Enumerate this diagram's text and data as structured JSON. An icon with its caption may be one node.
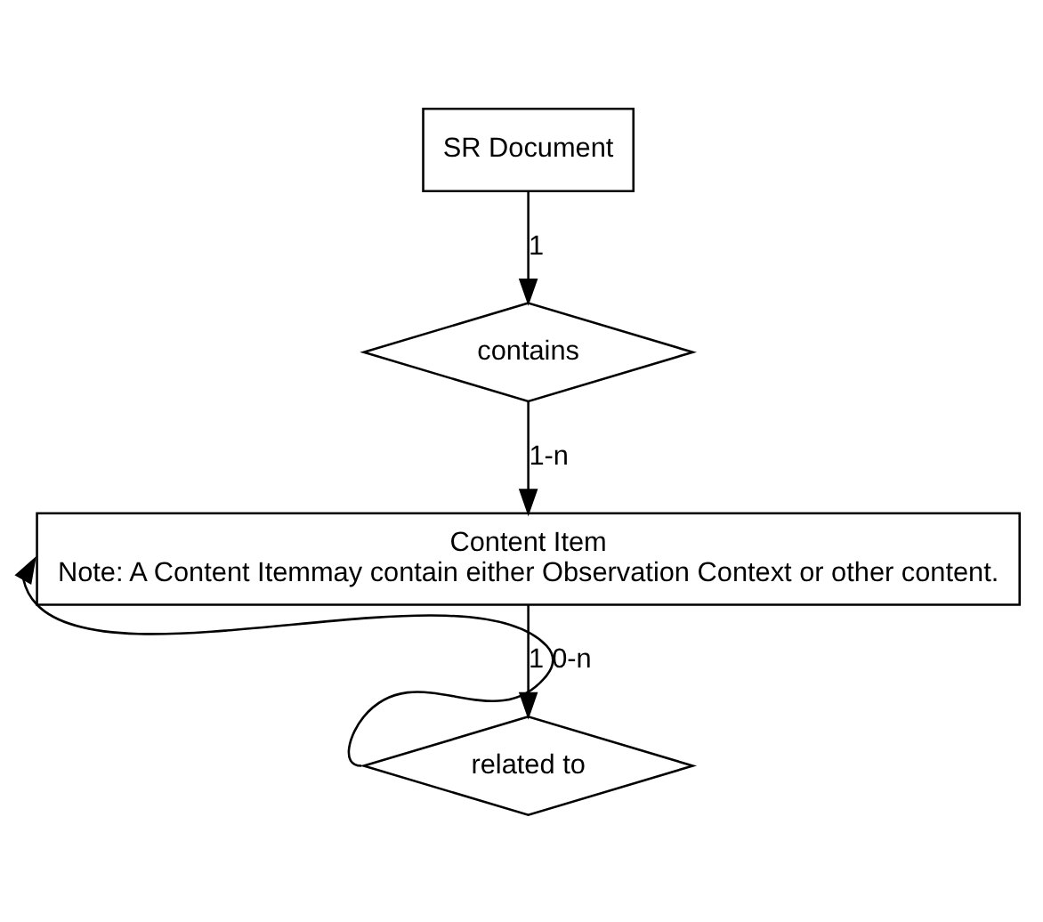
{
  "diagram": {
    "nodes": [
      {
        "text": [
          "SR Document"
        ]
      },
      {
        "text": [
          "contains"
        ]
      },
      {
        "text": [
          "Content Item",
          "Note: A Content Itemmay contain either Observation Context or other content."
        ]
      },
      {
        "text": [
          "related to"
        ]
      }
    ],
    "edges": [
      {
        "from": 0,
        "to": 1,
        "arrow": "to",
        "label": "1"
      },
      {
        "from": 1,
        "to": 2,
        "arrow": "to",
        "label": "1-n"
      },
      {
        "from": 2,
        "to": 3,
        "arrow": "to",
        "label": "1"
      },
      {
        "from": 3,
        "to": 2,
        "arrow": "to",
        "label": "0-n"
      }
    ]
  }
}
